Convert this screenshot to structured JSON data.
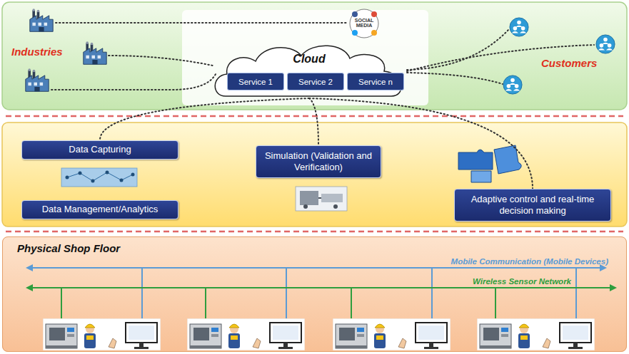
{
  "diagram": {
    "nodes": [
      {
        "text": [
          "Cloud"
        ]
      },
      {
        "text": [
          "Service 1"
        ],
        "in": 0
      },
      {
        "text": [
          "Service 2"
        ],
        "in": 0
      },
      {
        "text": [
          "Service n"
        ],
        "in": 0
      },
      {
        "text": [
          "Data Capturing"
        ]
      },
      {
        "text": [
          "Simulation (Validation and Verification)"
        ]
      },
      {
        "text": [
          "Adaptive control and real-time decision making"
        ]
      },
      {
        "text": [
          "Data Management/Analytics"
        ]
      },
      {
        "text": [
          "Physical Shop Floor"
        ]
      }
    ],
    "edges": [
      {
        "from": 0,
        "to": 4,
        "arrow": "none"
      },
      {
        "from": 0,
        "to": 5,
        "arrow": "none"
      },
      {
        "from": 0,
        "to": 6,
        "arrow": "none"
      }
    ],
    "labels": [
      "SOCIAL MEDIA",
      "Industries",
      "Customers",
      "Mobile Communication (Mobile Devices)",
      "Wireless Sensor Network"
    ]
  }
}
